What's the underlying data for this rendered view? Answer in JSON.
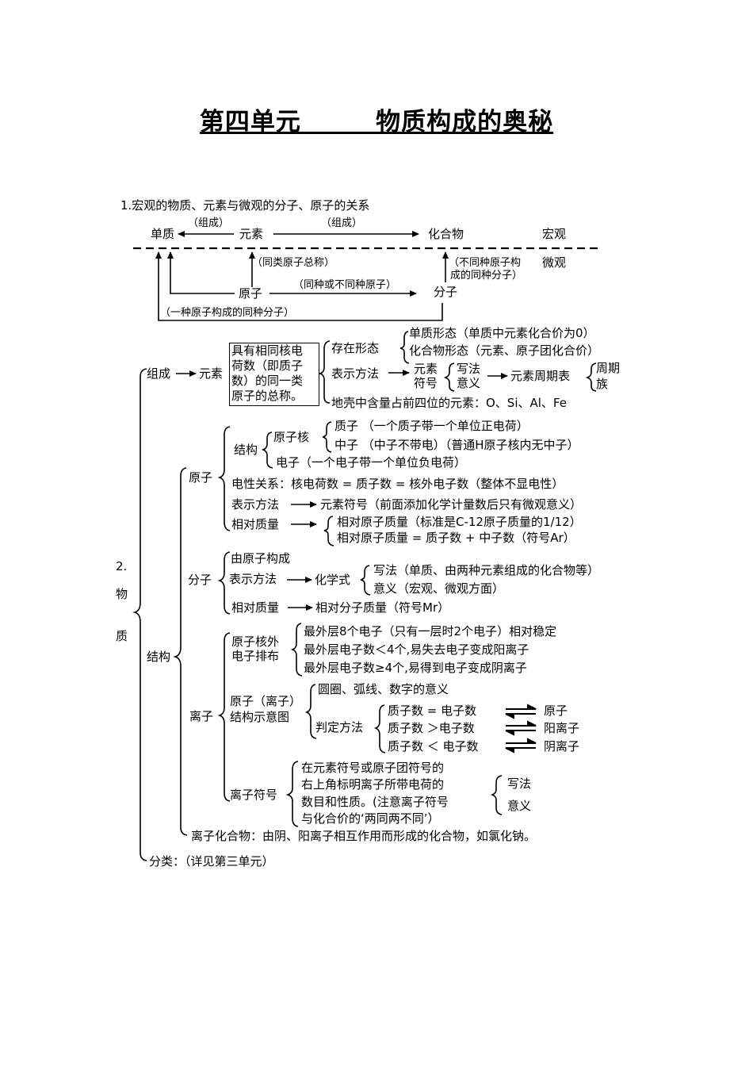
{
  "title": "第四单元        物质构成的奥秘",
  "section1": {
    "heading": "1.宏观的物质、元素与微观的分子、原子的关系",
    "danzhi": "单质",
    "zucheng_left": "（组成）",
    "yuansu": "元素",
    "zucheng_right": "（组成）",
    "huahewu": "化合物",
    "hongguan": "宏观",
    "weiguan": "微观",
    "tonglei_note": "（同类原子总称）",
    "butong_note_1": "（不同种原子构",
    "butong_note_2": "成的同种分子）",
    "yuanzi": "原子",
    "tongzhong_note": "（同种或不同种原子）",
    "fenzi": "分子",
    "yizhong_note": "（一种原子构成的同种分子）"
  },
  "section2": {
    "label_num": "2.",
    "label_1": "物",
    "label_2": "质",
    "zucheng": "组成",
    "yuansu": "元素",
    "yuansu_def": [
      "具有相同核电",
      "荷数（即质子",
      "数）的同一类",
      "原子的总称。"
    ],
    "cunzai": "存在形态",
    "danzhi_xingtai": "单质形态（单质中元素化合价为0）",
    "huahewu_xingtai": "化合物形态（元素、原子团化合价）",
    "biaoshi": "表示方法",
    "yuansu_fuhao_1": "元素",
    "yuansu_fuhao_2": "符号",
    "xiefa": "写法",
    "yiyi": "意义",
    "zhouqibiao": "元素周期表",
    "zhouqi": "周期",
    "zu": "族",
    "dike": "地壳中含量占前四位的元素：O、Si、Al、Fe",
    "jiegou": "结构",
    "yuanzi": "原子",
    "yuanzi_jiegou": "结构",
    "yuanzihe": "原子核",
    "zhizi": "质子 （一个质子带一个单位正电荷）",
    "zhongzi": "中子 （中子不带电）（普通H原子核内无中子）",
    "dianzi": "电子（一个电子带一个单位负电荷）",
    "dianxing": "电性关系：核电荷数 = 质子数 = 核外电子数（整体不显电性）",
    "yuanzi_biaoshi": "表示方法",
    "yuanzi_biaoshi_val": "元素符号（前面添加化学计量数后只有微观意义）",
    "xiangdui": "相对质量",
    "xiangdui_1": "相对原子质量（标准是C-12原子质量的1/12）",
    "xiangdui_2": "相对原子质量 = 质子数 + 中子数（符号Ar）",
    "fenzi": "分子",
    "fenzi_gouchen": "由原子构成",
    "fenzi_biaoshi": "表示方法",
    "huaxueshi": "化学式",
    "fenzi_xiefa": "写法（单质、由两种元素组成的化合物等）",
    "fenzi_yiyi": "意义（宏观、微观方面）",
    "fenzi_xiangdui": "相对质量",
    "fenzi_xiangdui_val": "相对分子质量（符号Mr）",
    "lizi": "离子",
    "hewai_1": "原子核外",
    "hewai_2": "电子排布",
    "paibu_1": "最外层8个电子（只有一层时2个电子）相对稳定",
    "paibu_2": "最外层电子数＜4个,易失去电子变成阳离子",
    "paibu_3": "最外层电子数≥4个,易得到电子变成阴离子",
    "shiyitu_1": "原子（离子）",
    "shiyitu_2": "结构示意图",
    "yuanquan": "圆圈、弧线、数字的意义",
    "panding": "判定方法",
    "pd_rows": [
      {
        "left": "质子数 = 电子数",
        "right": "原子"
      },
      {
        "left": "质子数 ＞电子数",
        "right": "阳离子"
      },
      {
        "left": "质子数 ＜ 电子数",
        "right": "阴离子"
      }
    ],
    "lizi_fuhao": "离子符号",
    "lizi_fuhao_desc": [
      "在元素符号或原子团符号的",
      "右上角标明离子所带电荷的",
      "数目和性质。(注意离子符号",
      "与化合价的‘两同两不同’）"
    ],
    "lizi_xiefa": "写法",
    "lizi_yiyi": "意义",
    "lizi_huahewu": "离子化合物：由阴、阳离子相互作用而形成的化合物，如氯化钠。",
    "fenlei": "分类：（详见第三单元）"
  }
}
